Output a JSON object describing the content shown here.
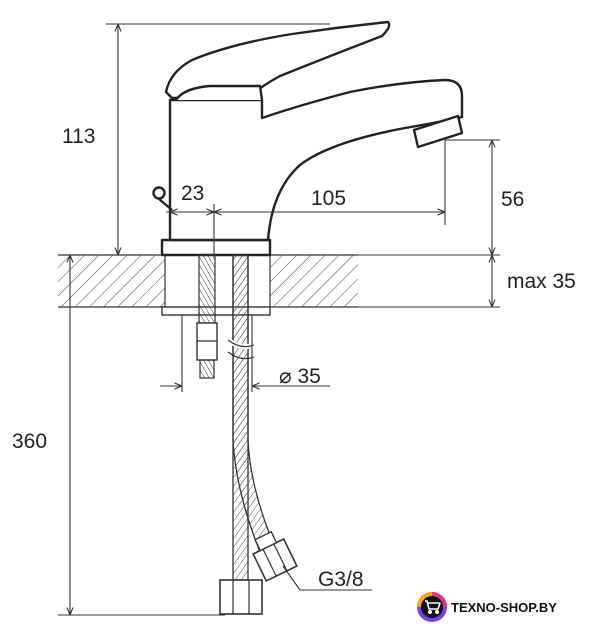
{
  "dimensions": {
    "height_total": "113",
    "handle_offset": "23",
    "spout_reach": "105",
    "spout_height": "56",
    "deck_thickness": "max 35",
    "mount_diameter": "⌀ 35",
    "hose_length": "360",
    "thread": "G3/8"
  },
  "brand": {
    "name": "TEXNO-SHOP.BY",
    "colors": [
      "#7b3fe4",
      "#e0338a",
      "#f6a623"
    ],
    "icon": "shopping-cart-icon"
  }
}
